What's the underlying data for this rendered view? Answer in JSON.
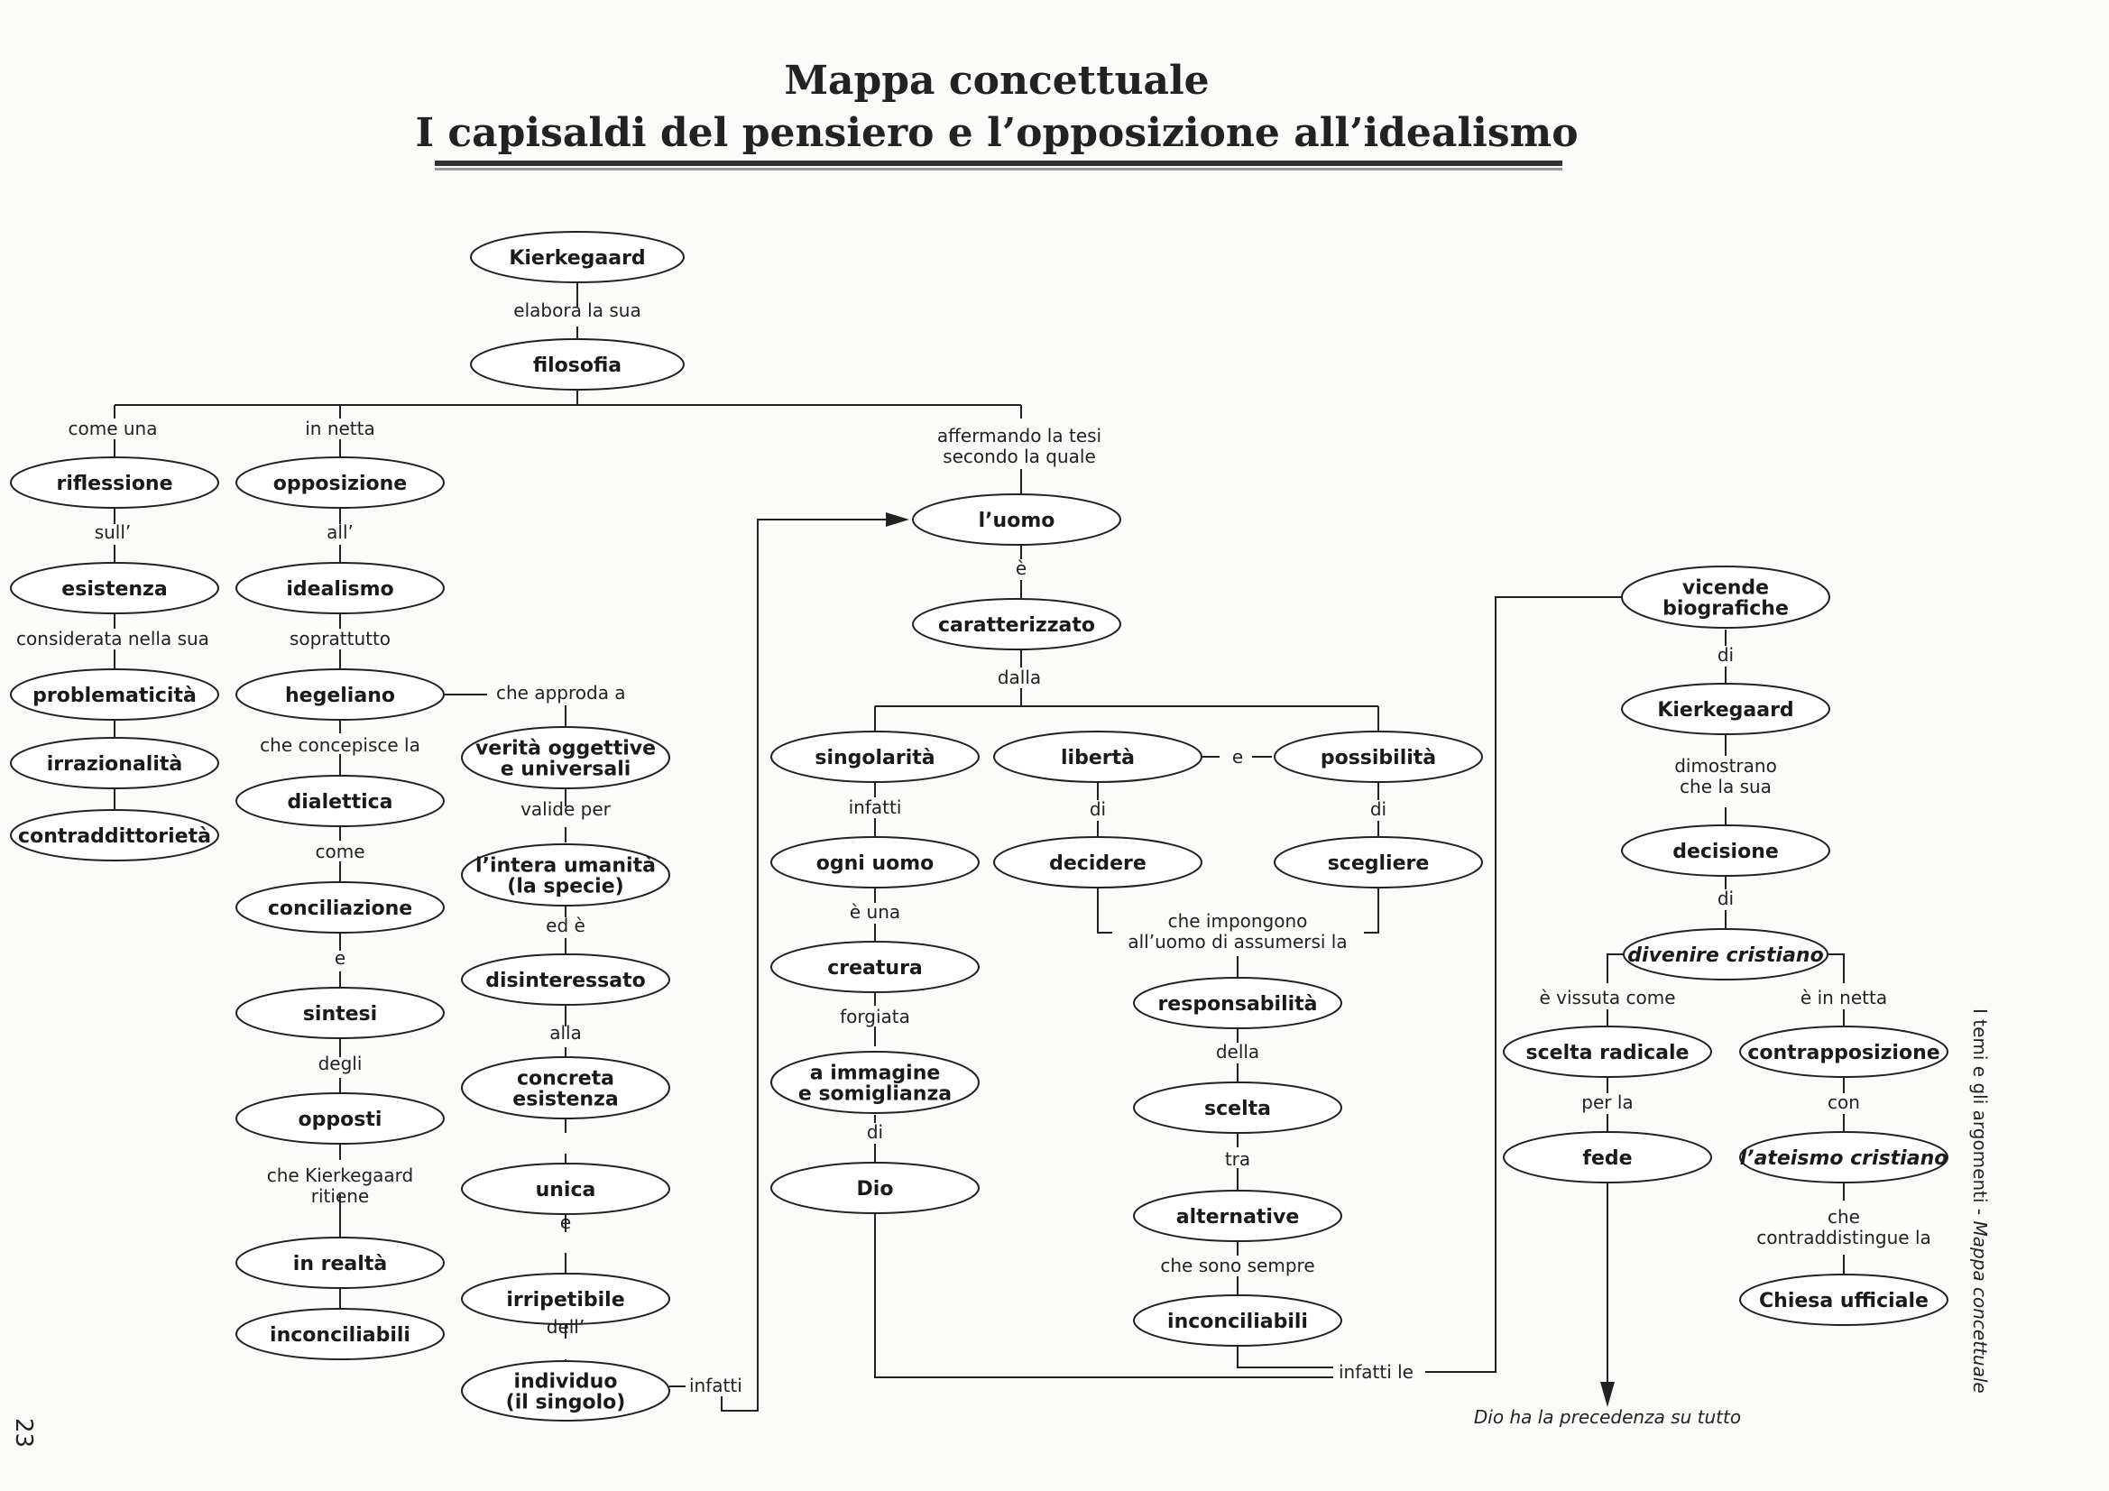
{
  "title": {
    "line1": "Mappa concettuale",
    "line2": "I capisaldi del pensiero e l’opposizione all’idealismo"
  },
  "side_text": {
    "plain": "I temi e gli argomenti - ",
    "italic": "Mappa concettuale"
  },
  "page_number": "23",
  "nodes": {
    "n_kierkegaard": [
      "Kierkegaard"
    ],
    "n_filosofia": [
      "filosofia"
    ],
    "n_riflessione": [
      "riflessione"
    ],
    "n_esistenza": [
      "esistenza"
    ],
    "n_problematicita": [
      "problematicità"
    ],
    "n_irrazionalita": [
      "irrazionalità"
    ],
    "n_contraddittorieta": [
      "contraddittorietà"
    ],
    "n_opposizione": [
      "opposizione"
    ],
    "n_idealismo": [
      "idealismo"
    ],
    "n_hegeliano": [
      "hegeliano"
    ],
    "n_dialettica": [
      "dialettica"
    ],
    "n_conciliazione": [
      "conciliazione"
    ],
    "n_sintesi": [
      "sintesi"
    ],
    "n_opposti": [
      "opposti"
    ],
    "n_in_realta": [
      "in realtà"
    ],
    "n_inconciliabili1": [
      "inconciliabili"
    ],
    "n_verita": [
      "verità oggettive",
      "e universali"
    ],
    "n_umanita": [
      "l’intera umanità",
      "(la specie)"
    ],
    "n_disinteressato": [
      "disinteressato"
    ],
    "n_concreta": [
      "concreta",
      "esistenza"
    ],
    "n_unica": [
      "unica"
    ],
    "n_irripetibile": [
      "irripetibile"
    ],
    "n_individuo": [
      "individuo",
      "(il singolo)"
    ],
    "n_uomo": [
      "l’uomo"
    ],
    "n_caratterizzato": [
      "caratterizzato"
    ],
    "n_singolarita": [
      "singolarità"
    ],
    "n_ogni_uomo": [
      "ogni uomo"
    ],
    "n_creatura": [
      "creatura"
    ],
    "n_immagine": [
      "a immagine",
      "e somiglianza"
    ],
    "n_dio": [
      "Dio"
    ],
    "n_liberta": [
      "libertà"
    ],
    "n_decidere": [
      "decidere"
    ],
    "n_possibilita": [
      "possibilità"
    ],
    "n_scegliere": [
      "scegliere"
    ],
    "n_responsabilita": [
      "responsabilità"
    ],
    "n_scelta": [
      "scelta"
    ],
    "n_alternative": [
      "alternative"
    ],
    "n_inconciliabili2": [
      "inconciliabili"
    ],
    "n_vicende": [
      "vicende",
      "biografiche"
    ],
    "n_kierkegaard2": [
      "Kierkegaard"
    ],
    "n_decisione": [
      "decisione"
    ],
    "n_divenire": [
      "divenire cristiano"
    ],
    "n_scelta_radicale": [
      "scelta radicale"
    ],
    "n_fede": [
      "fede"
    ],
    "n_contrapposizione": [
      "contrapposizione"
    ],
    "n_ateismo": [
      "l’ateismo cristiano"
    ],
    "n_chiesa": [
      "Chiesa ufficiale"
    ]
  },
  "labels": {
    "l_elabora": [
      "elabora la sua"
    ],
    "l_come_una": [
      "come una"
    ],
    "l_in_netta": [
      "in netta"
    ],
    "l_affermando": [
      "affermando la tesi",
      "secondo la quale"
    ],
    "l_sull": [
      "sull’"
    ],
    "l_considerata": [
      "considerata nella sua"
    ],
    "l_all": [
      "all’"
    ],
    "l_soprattutto": [
      "soprattutto"
    ],
    "l_approda": [
      "che approda a"
    ],
    "l_concepisce": [
      "che concepisce la"
    ],
    "l_come": [
      "come"
    ],
    "l_e1": [
      "e"
    ],
    "l_degli": [
      "degli"
    ],
    "l_ritiene": [
      "che Kierkegaard",
      "ritiene"
    ],
    "l_valide": [
      "valide per"
    ],
    "l_ed_e": [
      "ed è"
    ],
    "l_alla": [
      "alla"
    ],
    "l_e2": [
      "e"
    ],
    "l_dell": [
      "dell’"
    ],
    "l_infatti1": [
      "infatti"
    ],
    "l_e3": [
      "è"
    ],
    "l_dalla": [
      "dalla"
    ],
    "l_infatti2": [
      "infatti"
    ],
    "l_e_una": [
      "è una"
    ],
    "l_forgiata": [
      "forgiata"
    ],
    "l_di1": [
      "di"
    ],
    "l_e_conn": [
      "e"
    ],
    "l_di2": [
      "di"
    ],
    "l_di3": [
      "di"
    ],
    "l_impongono": [
      "che impongono",
      "all’uomo di assumersi la"
    ],
    "l_della": [
      "della"
    ],
    "l_tra": [
      "tra"
    ],
    "l_sempre": [
      "che sono sempre"
    ],
    "l_infatti_le": [
      "infatti le"
    ],
    "l_di4": [
      "di"
    ],
    "l_dimostrano": [
      "dimostrano",
      "che la sua"
    ],
    "l_di5": [
      "di"
    ],
    "l_vissuta": [
      "è vissuta come"
    ],
    "l_in_netta2": [
      "è in netta"
    ],
    "l_per_la": [
      "per la"
    ],
    "l_con": [
      "con"
    ],
    "l_contraddistingue": [
      "che",
      "contraddistingue la"
    ],
    "l_precedenza": [
      "Dio ha la precedenza su tutto"
    ]
  }
}
